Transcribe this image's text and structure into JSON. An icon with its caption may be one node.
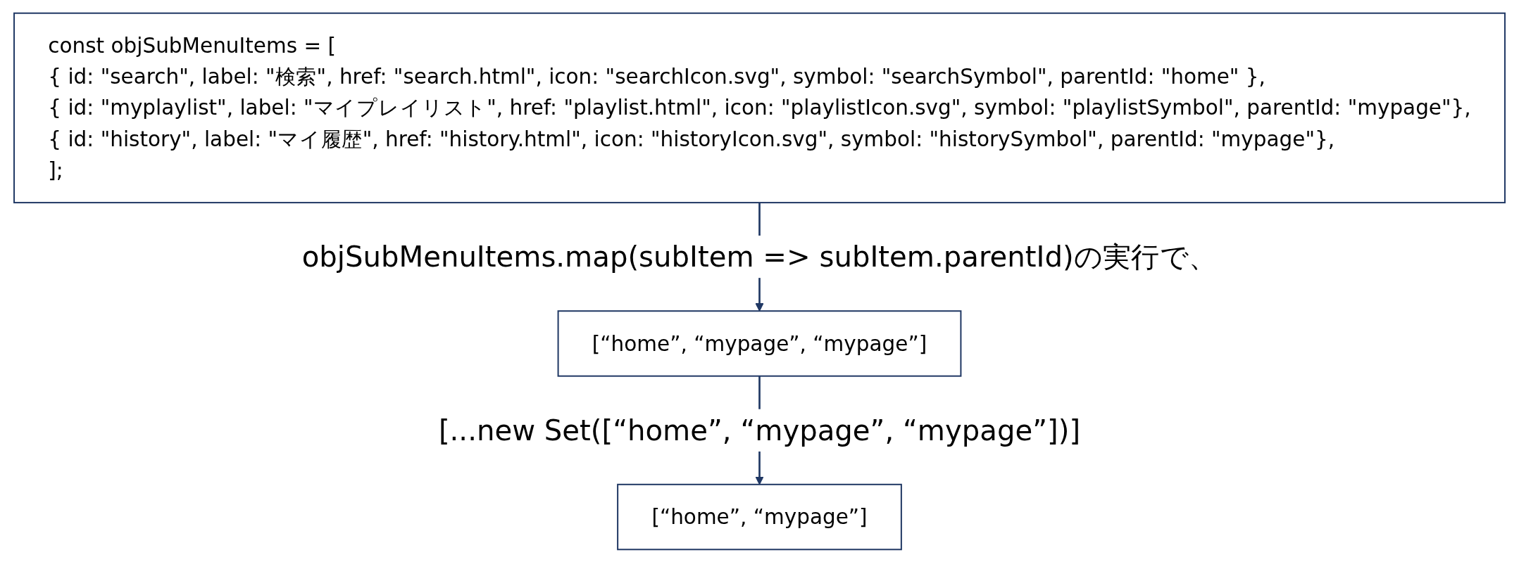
{
  "diagram": {
    "nodes": [
      {
        "text": [
          "const objSubMenuItems = [",
          "{ id: \"search\", label: \"検索\", href: \"search.html\", icon: \"searchIcon.svg\", symbol: \"searchSymbol\", parentId: \"home\" },",
          "{ id: \"myplaylist\", label: \"マイプレイリスト\", href: \"playlist.html\", icon: \"playlistIcon.svg\", symbol: \"playlistSymbol\", parentId: \"mypage\"},",
          "{ id: \"history\", label: \"マイ履歴\", href: \"history.html\", icon: \"historyIcon.svg\", symbol: \"historySymbol\", parentId: \"mypage\"},",
          "];"
        ]
      },
      {
        "text": [
          "[“home”, “mypage”, “mypage”]"
        ]
      },
      {
        "text": [
          "[“home”, “mypage”]"
        ]
      }
    ],
    "edges": [
      {
        "from": 0,
        "to": 1,
        "arrow": "to",
        "label": "objSubMenuItems.map(subItem => subItem.parentId)の実行で、"
      },
      {
        "from": 1,
        "to": 2,
        "arrow": "to",
        "label": "[...new Set([“home”, “mypage”, “mypage”])]"
      }
    ]
  }
}
